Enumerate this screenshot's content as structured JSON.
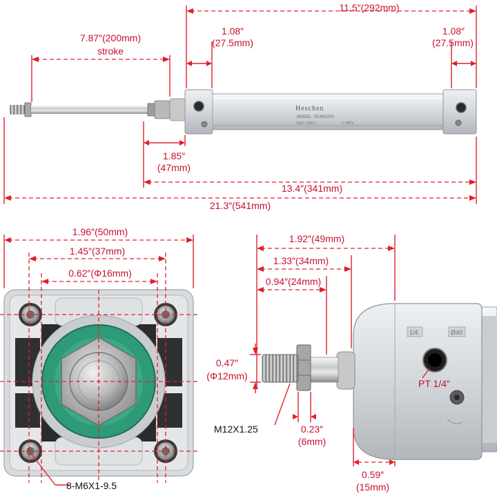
{
  "brand": "Heschen",
  "model_line": "MODEL: SC40X200",
  "spec_line_a": "MAX. 1MPa",
  "spec_line_b": "0.1MPa",
  "port_mark_a": "1/4",
  "port_mark_b": "Ø40",
  "dimensions": {
    "total_cylinder": "11.5″(292mm)",
    "stroke_value": "7.87″(200mm)",
    "stroke_word": "stroke",
    "end_cap_left_a": "1.08″",
    "end_cap_left_b": "(27.5mm)",
    "end_cap_right_a": "1.08″",
    "end_cap_right_b": "(27.5mm)",
    "rod_ext_a": "1.85″",
    "rod_ext_b": "(47mm)",
    "body_plus_ext": "13.4″(341mm)",
    "overall": "21.3″(541mm)",
    "flange_width": "1.96″(50mm)",
    "bolt_spacing": "1.45″(37mm)",
    "rod_dia": "0.62″(Φ16mm)",
    "front_total": "1.92″(49mm)",
    "front_mid": "1.33″(34mm)",
    "thread_len": "0.94″(24mm)",
    "thread_dia_a": "0.47″",
    "thread_dia_b": "(Φ12mm)",
    "thread_spec": "M12X1.25",
    "nut_a": "0.23″",
    "nut_b": "(6mm)",
    "port": "PT 1/4″",
    "cap_depth_a": "0.59″",
    "cap_depth_b": "(15mm)",
    "bolts": "8-M6X1-9.5"
  },
  "colors": {
    "dimension_red": "#e0202a",
    "text_red": "#c8102e",
    "aluminum": "#d4d8dc",
    "seal_green": "#2f9a78"
  }
}
